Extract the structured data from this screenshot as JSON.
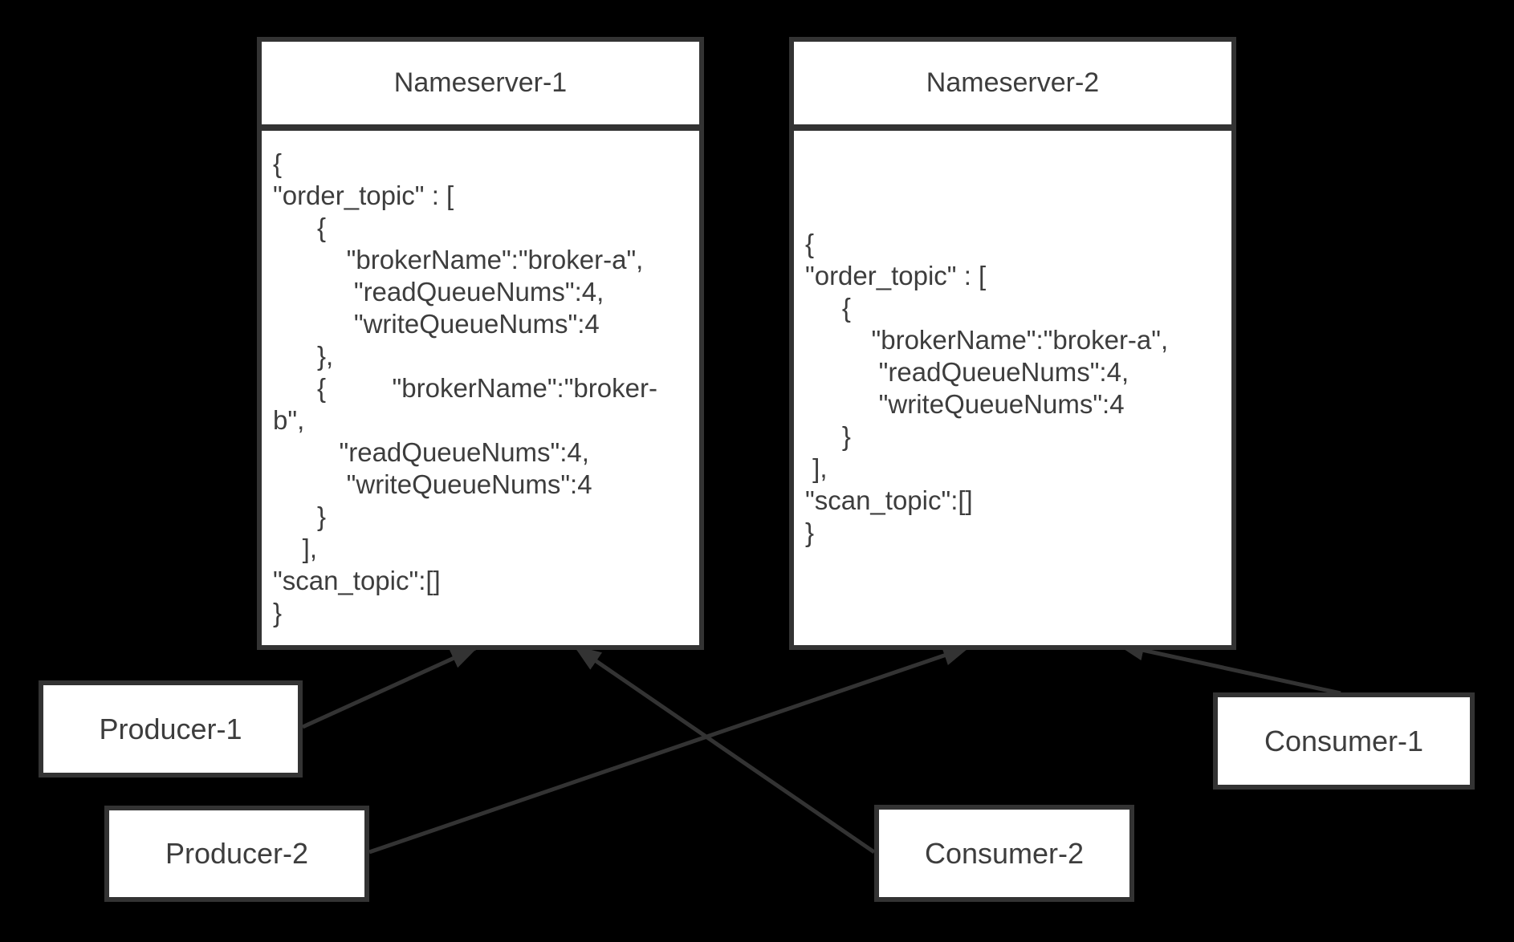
{
  "diagram": {
    "background": "#000000",
    "node_fill": "#ffffff",
    "stroke_color": "#333333",
    "text_color": "#3d3d3d"
  },
  "nameservers": [
    {
      "title": "Nameserver-1",
      "registry_json": "{\n\"order_topic\" : [\n      {\n          \"brokerName\":\"broker-a\",\n           \"readQueueNums\":4,\n           \"writeQueueNums\":4\n      },\n      {         \"brokerName\":\"broker-\nb\",\n         \"readQueueNums\":4,\n          \"writeQueueNums\":4\n      }\n    ],\n\"scan_topic\":[]\n}"
    },
    {
      "title": "Nameserver-2",
      "registry_json": "{\n\"order_topic\" : [\n     {\n         \"brokerName\":\"broker-a\",\n          \"readQueueNums\":4,\n          \"writeQueueNums\":4\n     }\n ],\n\"scan_topic\":[]\n}"
    }
  ],
  "clients": [
    {
      "label": "Producer-1"
    },
    {
      "label": "Producer-2"
    },
    {
      "label": "Consumer-2"
    },
    {
      "label": "Consumer-1"
    }
  ],
  "connections": [
    {
      "from": "Producer-1",
      "to": "Nameserver-1"
    },
    {
      "from": "Consumer-2",
      "to": "Nameserver-1"
    },
    {
      "from": "Producer-2",
      "to": "Nameserver-2"
    },
    {
      "from": "Consumer-1",
      "to": "Nameserver-2"
    }
  ]
}
